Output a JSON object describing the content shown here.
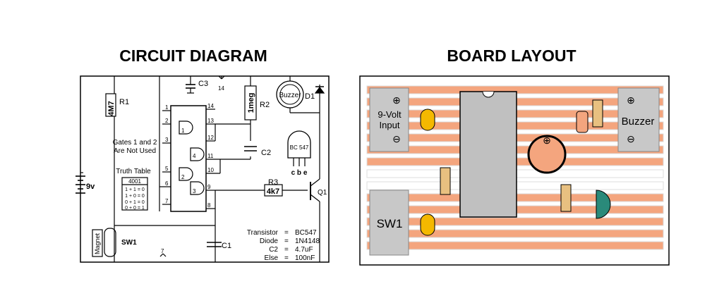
{
  "titles": {
    "circuit": "CIRCUIT DIAGRAM",
    "board": "BOARD LAYOUT"
  },
  "circuit": {
    "r1_value": "4M7",
    "r1_ref": "R1",
    "c3": "C3",
    "pin14_top": "14",
    "r2_value": "1meg",
    "r2_ref": "R2",
    "buzzer": "Buzzer",
    "d1": "D1",
    "c2_ref": "C2",
    "transistor_pins": "c b e",
    "transistor_body": "BC 547",
    "r3_ref": "R3",
    "r3_value": "4k7",
    "q1": "Q1",
    "battery": "9v",
    "switch": "SW1",
    "magnet": "Magnet",
    "c1": "C1",
    "pin7_bottom": "7",
    "gates_note_1": "Gates 1 and 2",
    "gates_note_2": "Are Not Used",
    "truth_table_title": "Truth Table",
    "truth_table_head": "4001",
    "truth_rows": [
      "1 + 1 = 0",
      "1 + 0 = 0",
      "0 + 1 = 0",
      "0 + 0 = 1"
    ],
    "pins_left": [
      "1",
      "2",
      "3",
      "5",
      "6",
      "7"
    ],
    "pins_right": [
      "14",
      "13",
      "12",
      "11",
      "10",
      "9",
      "8"
    ],
    "gate_nums": [
      "1",
      "2",
      "3",
      "4"
    ],
    "parts": [
      {
        "name": "Transistor",
        "eq": "=",
        "value": "BC547"
      },
      {
        "name": "Diode",
        "eq": "=",
        "value": "1N4148"
      },
      {
        "name": "C2",
        "eq": "=",
        "value": "4.7uF"
      },
      {
        "name": "Else",
        "eq": "=",
        "value": "100nF"
      }
    ]
  },
  "board": {
    "input_label_1": "9-Volt",
    "input_label_2": "Input",
    "buzzer_label": "Buzzer",
    "switch_label": "SW1",
    "plus": "⊕",
    "minus": "⊖"
  },
  "colors": {
    "strip": "#f4a57e",
    "terminal": "#c8c8c8",
    "cap": "#f4b800",
    "chip": "#c0c0c0",
    "link": "#3030c0"
  }
}
